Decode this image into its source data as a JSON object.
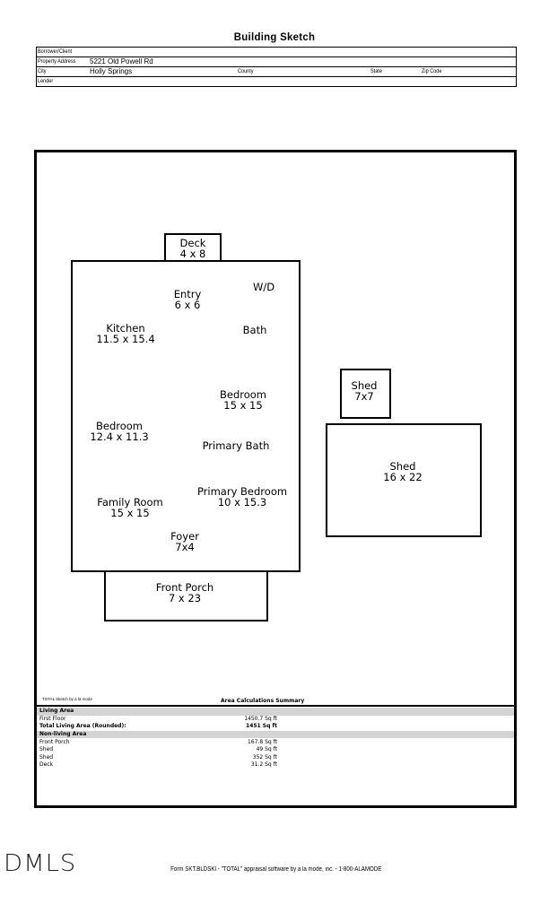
{
  "header": {
    "title": "Building Sketch"
  },
  "info": {
    "borrower_label": "Borrower/Client",
    "borrower_value": "",
    "address_label": "Property Address",
    "address_value": "5221 Old Powell Rd",
    "city_label": "City",
    "city_value": "Holly Springs",
    "county_label": "County",
    "state_label": "State",
    "zip_label": "Zip Code",
    "lender_label": "Lender"
  },
  "sketch": {
    "rooms": {
      "deck": {
        "name": "Deck",
        "dims": "4 x 8"
      },
      "entry": {
        "name": "Entry",
        "dims": "6 x 6"
      },
      "wd": {
        "name": "W/D"
      },
      "kitchen": {
        "name": "Kitchen",
        "dims": "11.5 x 15.4"
      },
      "bath": {
        "name": "Bath"
      },
      "bedroom2": {
        "name": "Bedroom",
        "dims": "15 x 15"
      },
      "bedroom3": {
        "name": "Bedroom",
        "dims": "12.4 x 11.3"
      },
      "primary_bath": {
        "name": "Primary Bath"
      },
      "primary_bedroom": {
        "name": "Primary Bedroom",
        "dims": "10 x 15.3"
      },
      "family_room": {
        "name": "Family Room",
        "dims": "15 x 15"
      },
      "foyer": {
        "name": "Foyer",
        "dims": "7x4"
      },
      "front_porch": {
        "name": "Front Porch",
        "dims": "7 x 23"
      },
      "shed_small": {
        "name": "Shed",
        "dims": "7x7"
      },
      "shed_large": {
        "name": "Shed",
        "dims": "16 x 22"
      }
    },
    "credit": "TOTAL Sketch by a la mode"
  },
  "summary": {
    "title": "Area Calculations Summary",
    "living_header": "Living Area",
    "living": [
      {
        "name": "First Floor",
        "area": "1450.7 Sq ft"
      }
    ],
    "total_label": "Total Living Area (Rounded):",
    "total_value": "1451 Sq ft",
    "nonliving_header": "Non-living Area",
    "nonliving": [
      {
        "name": "Front Porch",
        "area": "167.8 Sq ft"
      },
      {
        "name": "Shed",
        "area": "49 Sq ft"
      },
      {
        "name": "Shed",
        "area": "352 Sq ft"
      },
      {
        "name": "Deck",
        "area": "31.2 Sq ft"
      }
    ]
  },
  "footer": {
    "logo": "DMLS",
    "form_text": "Form SKT.BLDSKI - \"TOTAL\" appraisal software by a la mode, inc. - 1-800-ALAMODE"
  }
}
